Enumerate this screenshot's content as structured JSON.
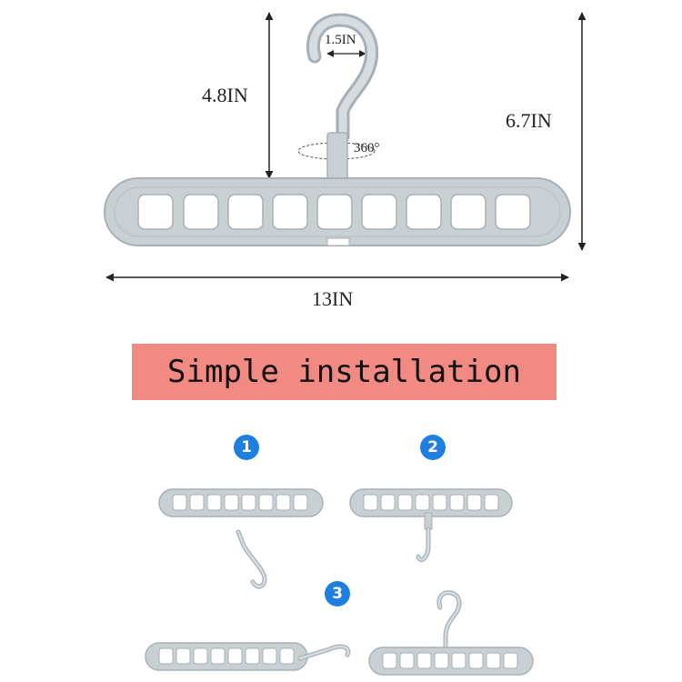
{
  "dimensions": {
    "hook_width": "1.5IN",
    "body_height": "4.8IN",
    "total_height": "6.7IN",
    "rotation": "360°",
    "total_width": "13IN"
  },
  "banner": {
    "text": "Simple installation",
    "color": "#f28a84"
  },
  "steps": [
    {
      "number": "1"
    },
    {
      "number": "2"
    },
    {
      "number": "3"
    }
  ],
  "colors": {
    "hanger": "#c9d0d4",
    "hanger_dark": "#a7b0b6",
    "step_badge": "#1e7fe0"
  }
}
